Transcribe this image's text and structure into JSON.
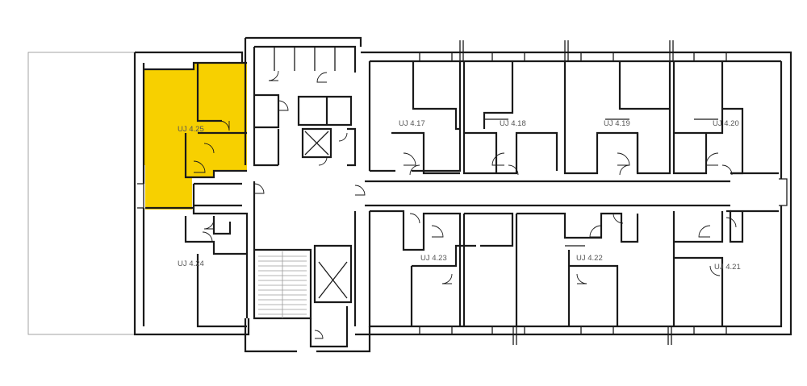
{
  "highlight_color": "#f7d000",
  "units": [
    {
      "id": "4.17",
      "label": "UJ 4.17",
      "highlighted": false
    },
    {
      "id": "4.18",
      "label": "UJ 4.18",
      "highlighted": false
    },
    {
      "id": "4.19",
      "label": "UJ 4.19",
      "highlighted": false
    },
    {
      "id": "4.20",
      "label": "UJ 4.20",
      "highlighted": false
    },
    {
      "id": "4.21",
      "label": "UJ 4.21",
      "highlighted": false
    },
    {
      "id": "4.22",
      "label": "UJ 4.22",
      "highlighted": false
    },
    {
      "id": "4.23",
      "label": "UJ 4.23",
      "highlighted": false
    },
    {
      "id": "4.24",
      "label": "UJ 4.24",
      "highlighted": false
    },
    {
      "id": "4.25",
      "label": "UJ 4.25",
      "highlighted": true
    }
  ]
}
